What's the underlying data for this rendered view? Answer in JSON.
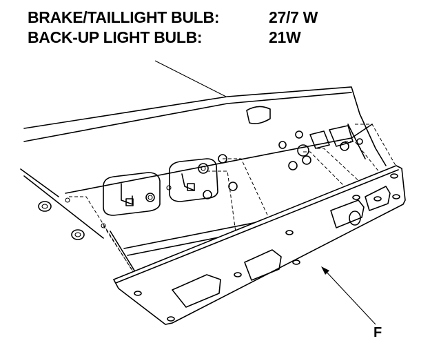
{
  "specs": [
    {
      "label": "BRAKE/TAILLIGHT BULB:",
      "value": "27/7 W"
    },
    {
      "label": "BACK-UP LIGHT BULB:",
      "value": "21W"
    }
  ],
  "callout": {
    "label": "F"
  }
}
